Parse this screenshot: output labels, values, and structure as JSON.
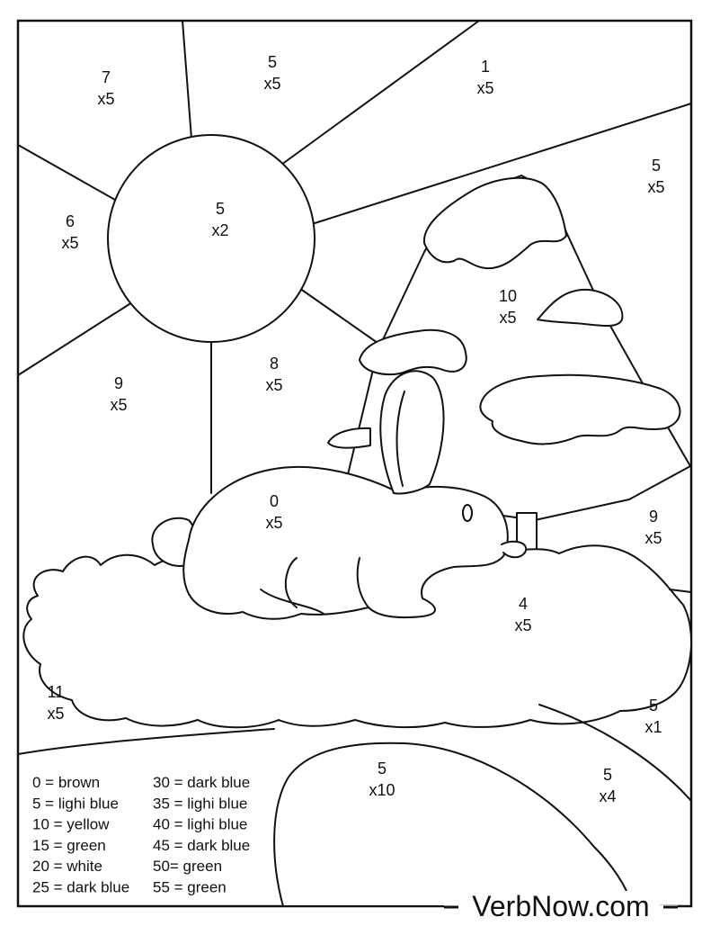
{
  "regions": [
    {
      "id": "sky-top-left",
      "number": "7",
      "multiplier": "x5"
    },
    {
      "id": "sky-top-mid",
      "number": "5",
      "multiplier": "x5"
    },
    {
      "id": "sky-top-right",
      "number": "1",
      "multiplier": "x5"
    },
    {
      "id": "sky-right",
      "number": "5",
      "multiplier": "x5"
    },
    {
      "id": "sun",
      "number": "5",
      "multiplier": "x2"
    },
    {
      "id": "sky-left",
      "number": "6",
      "multiplier": "x5"
    },
    {
      "id": "tree",
      "number": "10",
      "multiplier": "x5"
    },
    {
      "id": "sky-mid",
      "number": "8",
      "multiplier": "x5"
    },
    {
      "id": "sky-lower-left",
      "number": "9",
      "multiplier": "x5"
    },
    {
      "id": "rabbit",
      "number": "0",
      "multiplier": "x5"
    },
    {
      "id": "ground-right",
      "number": "9",
      "multiplier": "x5"
    },
    {
      "id": "snow-cloud",
      "number": "4",
      "multiplier": "x5"
    },
    {
      "id": "ground-left",
      "number": "11",
      "multiplier": "x5"
    },
    {
      "id": "hill-right",
      "number": "5",
      "multiplier": "x1"
    },
    {
      "id": "pond",
      "number": "5",
      "multiplier": "x10"
    },
    {
      "id": "hill-bottom",
      "number": "5",
      "multiplier": "x4"
    }
  ],
  "legend_left": [
    "0 = brown",
    "5 = lighi blue",
    "10 = yellow",
    "15 = green",
    "20 = white",
    "25 = dark blue"
  ],
  "legend_right": [
    "30 = dark blue",
    "35 = lighi blue",
    "40 = lighi blue",
    "45 = dark blue",
    "50= green",
    "55 = green"
  ],
  "brand": "VerbNow.com"
}
